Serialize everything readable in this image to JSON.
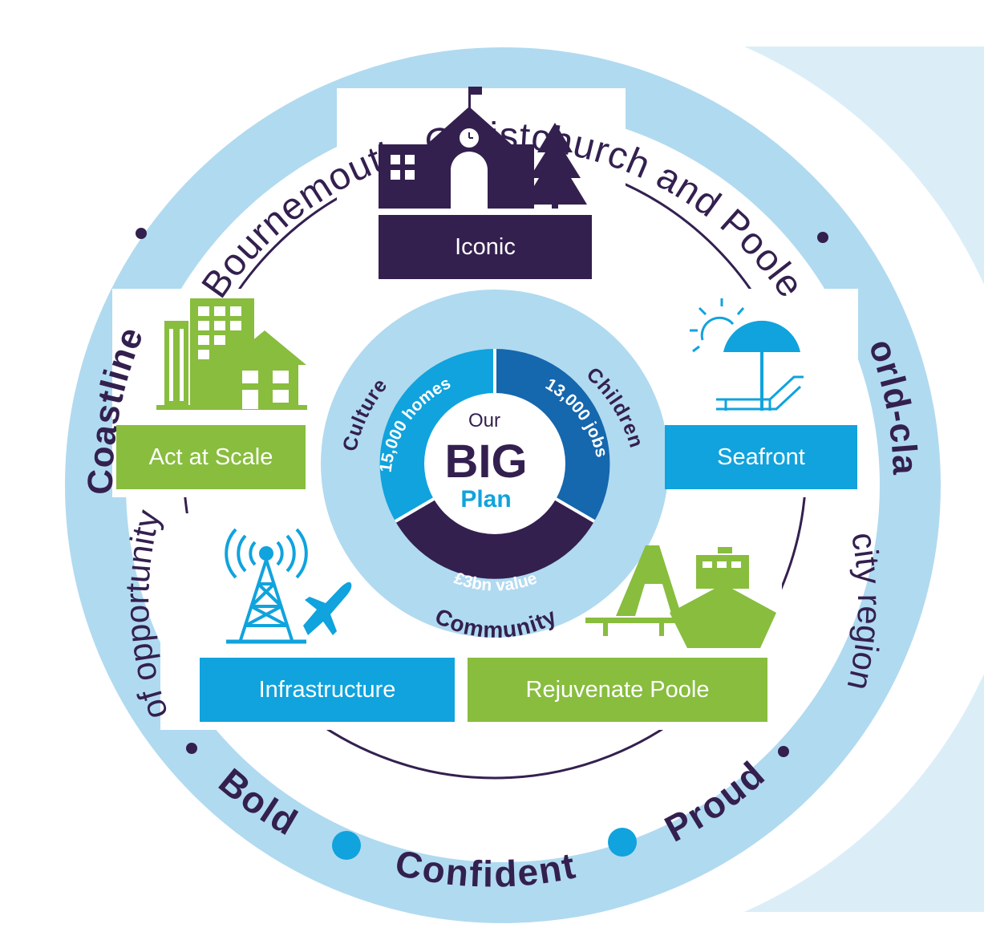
{
  "outer_ring": {
    "top_text": "Bournemouth, Christchurch and Poole",
    "left_bold": "Coastline",
    "left_regular": "of opportunity",
    "right_bold": "World-class",
    "right_regular": "city region",
    "bottom_words": [
      "Bold",
      "Confident",
      "Proud"
    ]
  },
  "pillars": [
    {
      "id": "iconic",
      "label": "Iconic",
      "color": "#33204f",
      "icon": "school-and-tree-icon"
    },
    {
      "id": "seafront",
      "label": "Seafront",
      "color": "#10a3dd",
      "icon": "beach-umbrella-sun-lounger-icon"
    },
    {
      "id": "rejuvenate-poole",
      "label": "Rejuvenate Poole",
      "color": "#88bd3e",
      "icon": "bridge-and-ferry-icon"
    },
    {
      "id": "infrastructure",
      "label": "Infrastructure",
      "color": "#10a3dd",
      "icon": "radio-mast-and-plane-icon"
    },
    {
      "id": "act-at-scale",
      "label": "Act at Scale",
      "color": "#88bd3e",
      "icon": "apartments-and-house-icon"
    }
  ],
  "core": {
    "ring_words": {
      "culture": "Culture",
      "children": "Children",
      "community": "Community"
    },
    "segments": [
      {
        "text": "15,000 homes",
        "color": "#10a3dd"
      },
      {
        "text": "13,000 jobs",
        "color": "#1567ae"
      },
      {
        "text": "£3bn value",
        "color": "#33204f"
      }
    ],
    "our": "Our",
    "big": "BIG",
    "plan": "Plan"
  },
  "colors": {
    "outer_ring": "#b0daf0",
    "panel": "#dbeef8",
    "dark_purple": "#33204f",
    "accent_blue": "#10a3dd",
    "mid_blue": "#1567ae",
    "green": "#88bd3e"
  }
}
